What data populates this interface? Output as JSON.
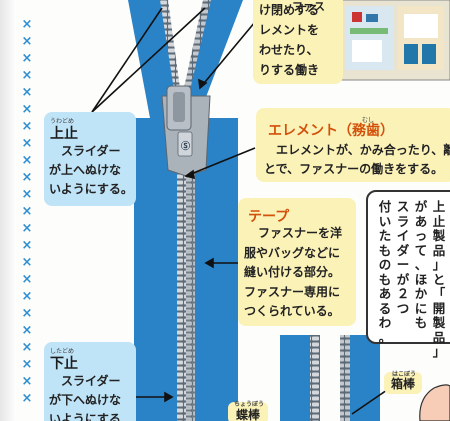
{
  "side_marks": [
    "×",
    "×",
    "×",
    "×",
    "×",
    "×",
    "×",
    "×",
    "×",
    "×",
    "×",
    "×",
    "×",
    "×",
    "×",
    "×",
    "×",
    "×",
    "×",
    "×",
    "×",
    "×",
    "×"
  ],
  "top_note": {
    "lines": [
      "け閉めする",
      "レメントを",
      "わせたり、",
      "りする働き"
    ],
    "snippet": "ファス"
  },
  "element": {
    "title": "エレメント（務歯）",
    "furigana": "むし",
    "lines": [
      "エレメントが、かみ合ったり、離",
      "とで、ファスナーの働きをする。"
    ]
  },
  "tape": {
    "title": "テープ",
    "lines": [
      "ファスナーを洋",
      "服やバッグなどに",
      "縫い付ける部分。",
      "ファスナー専用に",
      "つくられている。"
    ]
  },
  "top_stop": {
    "title": "上止",
    "furigana": "うわどめ",
    "lines": [
      "スライダー",
      "が上へぬけな",
      "いようにする。"
    ]
  },
  "bottom_stop": {
    "title": "下止",
    "furigana": "したどめ",
    "lines": [
      "スライダー",
      "が下へぬけな",
      "いようにする"
    ]
  },
  "speech": {
    "columns": [
      "上止製品」と「開製品」",
      "があって、ほかにも",
      "スライダーが２つ",
      "付いたものもあるわ。"
    ]
  },
  "labels": {
    "box_rod": "箱棒",
    "box_rod_furi": "はこぼう",
    "screw_rod": "蝶棒",
    "screw_rod_furi": "ちょうぼう"
  },
  "colors": {
    "tape_blue": "#2a82c7",
    "teeth": "#c9cdd2",
    "note_blue": "#bfe3f7",
    "note_yellow": "#fbf2b8",
    "accent_red": "#d3520b",
    "x_blue": "#2d8fd3"
  }
}
